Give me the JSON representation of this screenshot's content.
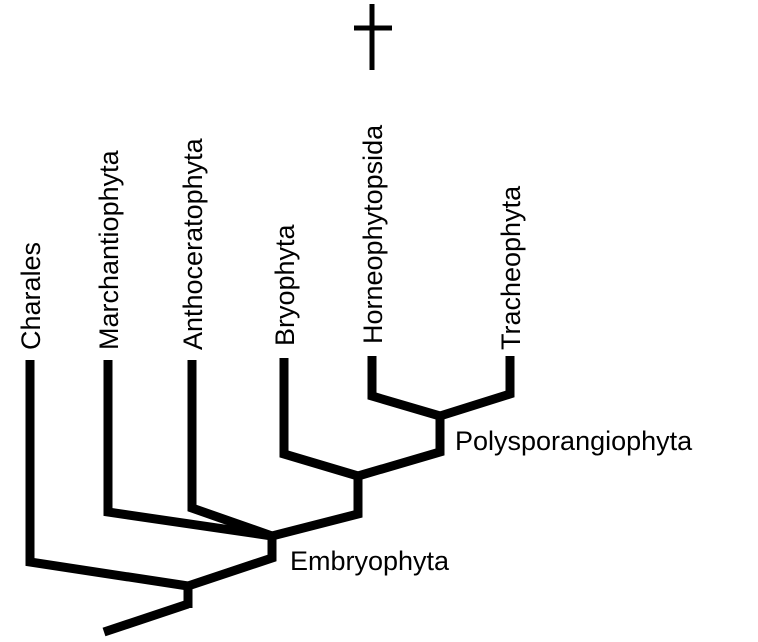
{
  "diagram": {
    "taxa": [
      {
        "id": "charales",
        "label": "Charales"
      },
      {
        "id": "marchantiophyta",
        "label": "Marchantiophyta"
      },
      {
        "id": "anthocerotophyta",
        "label": "Anthoceratophyta"
      },
      {
        "id": "bryophyta",
        "label": "Bryophyta"
      },
      {
        "id": "horneophytopsida",
        "label": "Horneophytopsida",
        "extinct": true
      },
      {
        "id": "tracheophyta",
        "label": "Tracheophyta"
      }
    ],
    "clades": [
      {
        "id": "polysporangiophyta",
        "label": "Polysporangiophyta",
        "members": [
          "horneophytopsida",
          "tracheophyta"
        ]
      },
      {
        "id": "embryophyta",
        "label": "Embryophyta",
        "members": [
          "marchantiophyta",
          "anthocerotophyta",
          "bryophyta",
          "horneophytopsida",
          "tracheophyta"
        ]
      }
    ],
    "extinct_marker": "dagger-icon"
  }
}
